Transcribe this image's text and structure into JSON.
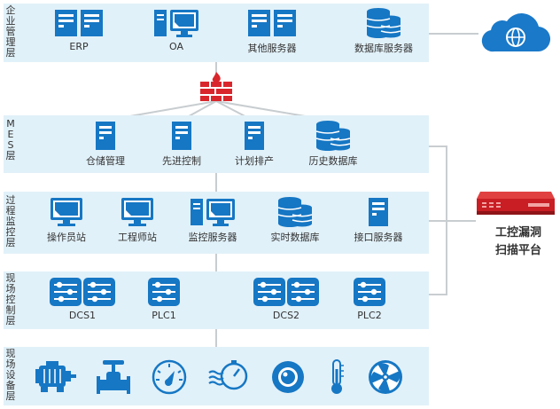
{
  "layers": {
    "enterprise": {
      "label": "企业管理层",
      "nodes": [
        "ERP",
        "OA",
        "其他服务器",
        "数据库服务器"
      ]
    },
    "mes": {
      "label": "MES层",
      "nodes": [
        "仓储管理",
        "先进控制",
        "计划排产",
        "历史数据库"
      ]
    },
    "process": {
      "label": "过程监控层",
      "nodes": [
        "操作员站",
        "工程师站",
        "监控服务器",
        "实时数据库",
        "接口服务器"
      ]
    },
    "control": {
      "label": "现场控制层",
      "nodes": [
        "DCS1",
        "PLC1",
        "DCS2",
        "PLC2"
      ]
    },
    "device": {
      "label": "现场设备层",
      "icons": [
        "motor-icon",
        "valve-icon",
        "gauge-icon",
        "flowmeter-icon",
        "camera-icon",
        "thermometer-icon",
        "fan-icon"
      ]
    }
  },
  "platform": {
    "line1": "工控漏洞",
    "line2": "扫描平台"
  },
  "icons": {
    "firewall": "firewall-icon",
    "cloud": "cloud-internet-icon"
  },
  "colors": {
    "band": "#e1f1f9",
    "icon_blue": "#1677c4",
    "firewall_red": "#d9262c",
    "cloud_blue": "#1a79c9",
    "line_gray": "#c8cdd0"
  }
}
